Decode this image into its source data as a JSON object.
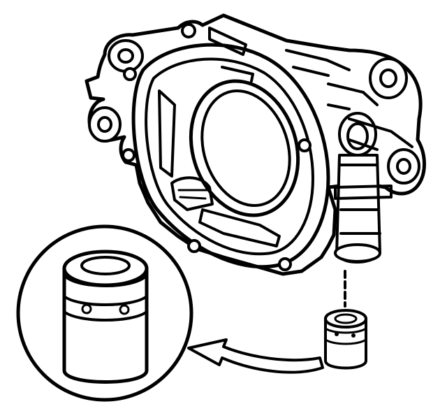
{
  "figure": {
    "parts": [
      {
        "name": "oil-pump-housing"
      },
      {
        "name": "pressure-relief-valve"
      },
      {
        "name": "valve-detail-magnifier"
      },
      {
        "name": "direction-arrow"
      }
    ]
  },
  "colors": {
    "ink": "#000000",
    "paper": "#ffffff"
  }
}
